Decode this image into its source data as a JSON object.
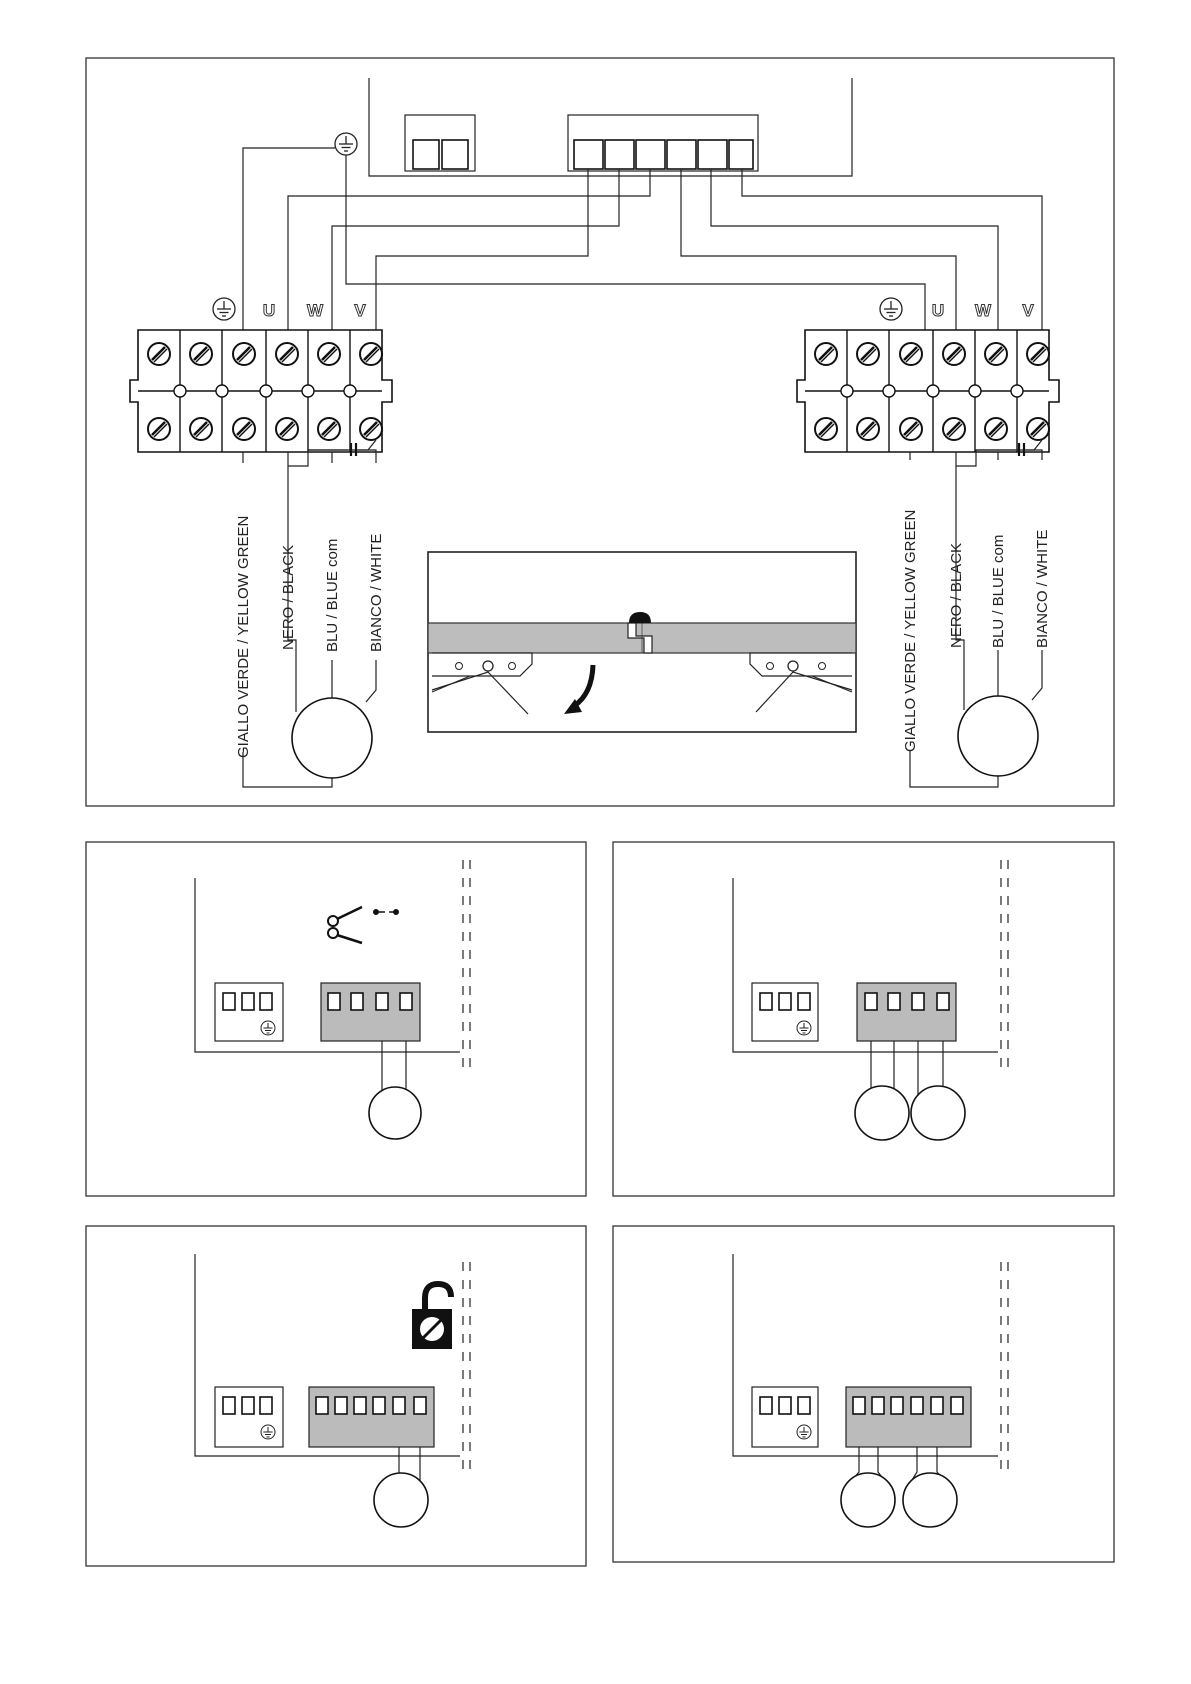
{
  "terminal_labels": {
    "u": "U",
    "w": "W",
    "v": "V"
  },
  "wire_labels": {
    "yellow_green": "GIALLO VERDE / YELLOW GREEN",
    "black": "NERO / BLACK",
    "blue": "BLU / BLUE com",
    "white": "BIANCO / WHITE"
  },
  "icons": {
    "ground": "ground-icon",
    "scissors": "scissors-icon",
    "padlock": "open-padlock-icon",
    "arrow": "curved-arrow-icon",
    "capacitor": "capacitor-icon"
  },
  "colors": {
    "line": "#222222",
    "block_fill": "#bbbbbb",
    "gate_fill": "#bdbdbd",
    "padlock_fill": "#111111"
  }
}
